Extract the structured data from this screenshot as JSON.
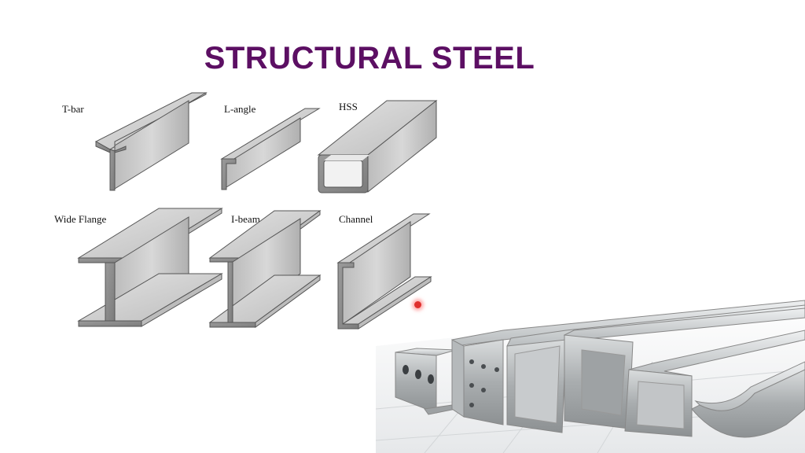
{
  "slide": {
    "title": "STRUCTURAL STEEL",
    "title_color": "#5c0f63",
    "profiles": [
      {
        "name": "tbar",
        "label": "T-bar"
      },
      {
        "name": "langle",
        "label": "L-angle"
      },
      {
        "name": "hss",
        "label": "HSS"
      },
      {
        "name": "wide-flange",
        "label": "Wide Flange"
      },
      {
        "name": "ibeam",
        "label": "I-beam"
      },
      {
        "name": "channel",
        "label": "Channel"
      }
    ],
    "steel_color": "#c9c9c9",
    "pointer_icon": "laser-pointer-icon"
  }
}
